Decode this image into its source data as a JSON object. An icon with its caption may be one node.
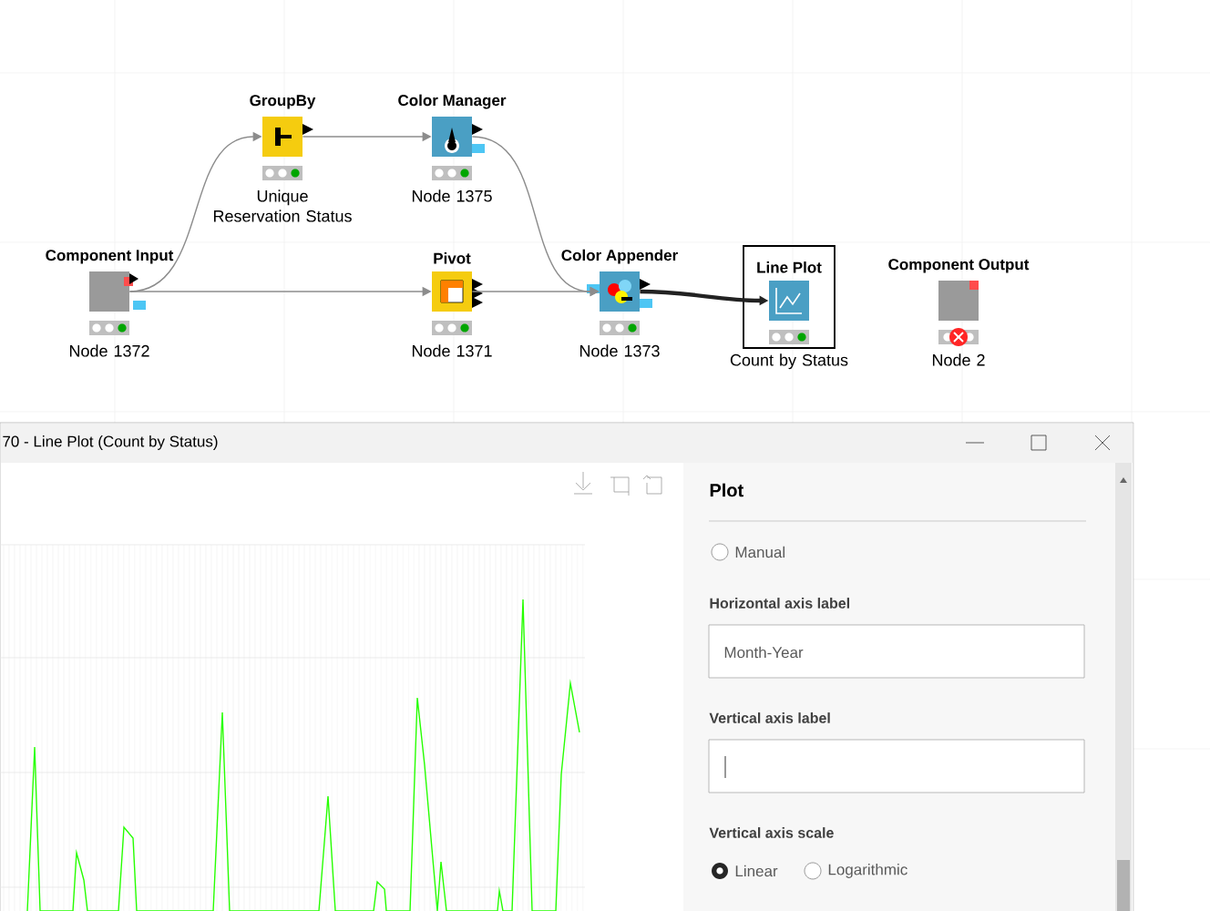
{
  "diagram": {
    "nodes": [
      {
        "text": [
          "GroupBy",
          "Unique Reservation Status"
        ]
      },
      {
        "text": [
          "Color Manager",
          "Node 1375"
        ]
      },
      {
        "text": [
          "Component Input",
          "Node 1372"
        ]
      },
      {
        "text": [
          "Pivot",
          "Node 1371"
        ]
      },
      {
        "text": [
          "Color Appender",
          "Node 1373"
        ]
      },
      {
        "text": [
          "Line Plot",
          "Count by Status"
        ]
      },
      {
        "text": [
          "Component Output",
          "Node 2"
        ]
      }
    ],
    "edges": [
      {
        "from": 2,
        "to": 0,
        "arrow": "to"
      },
      {
        "from": 0,
        "to": 1,
        "arrow": "to"
      },
      {
        "from": 2,
        "to": 3,
        "arrow": "to"
      },
      {
        "from": 1,
        "to": 4,
        "arrow": "to"
      },
      {
        "from": 3,
        "to": 4,
        "arrow": "to"
      },
      {
        "from": 4,
        "to": 5,
        "arrow": "to",
        "style": "thick",
        "color": "#222222"
      }
    ],
    "labels": [
      "70 - Line Plot (Count by Status)",
      "Plot",
      "Manual",
      "Horizontal axis label",
      "Month-Year",
      "Vertical axis label",
      "Vertical axis scale",
      "Linear",
      "Logarithmic"
    ]
  }
}
